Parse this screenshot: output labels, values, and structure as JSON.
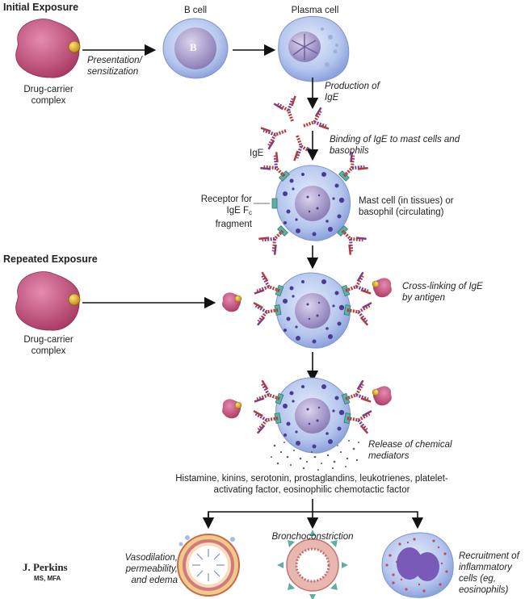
{
  "sections": {
    "initial": "Initial Exposure",
    "repeated": "Repeated Exposure"
  },
  "labels": {
    "b_cell": "B cell",
    "b_letter": "B",
    "plasma_cell": "Plasma cell",
    "drug_carrier_1": "Drug-carrier complex",
    "drug_carrier_2": "Drug-carrier complex",
    "presentation": "Presentation/ sensitization",
    "production": "Production of IgE",
    "binding": "Binding of IgE to mast cells and basophils",
    "ige": "IgE",
    "receptor_line1": "Receptor for",
    "receptor_line2a": "IgE F",
    "receptor_sub": "c",
    "receptor_line2b": " fragment",
    "mast_cell": "Mast cell (in tissues) or basophil (circulating)",
    "crosslinking": "Cross-linking of IgE by antigen",
    "release": "Release of chemical mediators",
    "mediators": "Histamine, kinins, serotonin, prostaglandins, leukotrienes, platelet-activating factor, eosinophilic chemotactic factor",
    "vasodilation": "Vasodilation, permeability, and edema",
    "broncho": "Bronchoconstriction",
    "recruitment": "Recruitment of inflammatory cells (eg, eosinophils)"
  },
  "signature": {
    "name": "J. Perkins",
    "credentials": "MS, MFA"
  },
  "colors": {
    "drug": "#c4527a",
    "hapten": "#e0a81a",
    "cell_body": "#b8c8ee",
    "nucleus": "#a89cc8",
    "granule": "#4a3c92",
    "receptor": "#5fb0a4",
    "ige_red": "#b53a3a",
    "ige_purple": "#7a3e8a"
  }
}
